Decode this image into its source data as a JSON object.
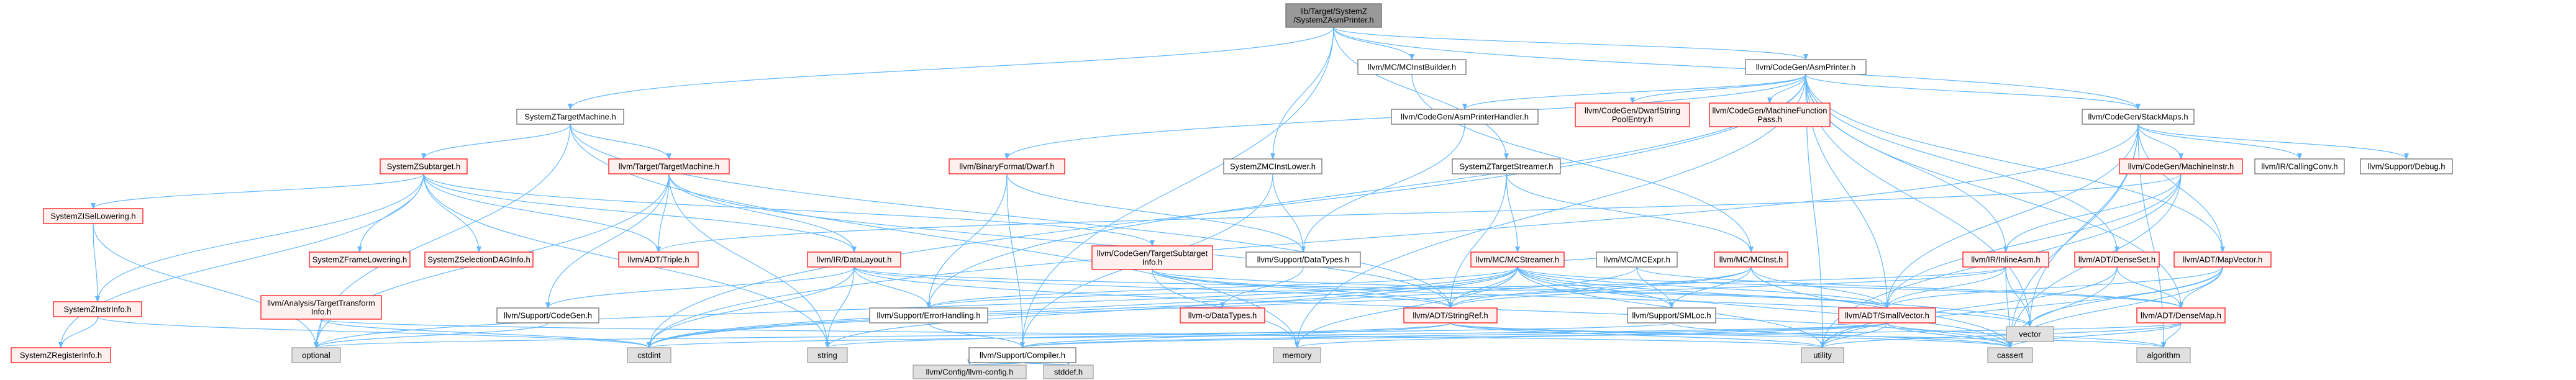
{
  "diagram": {
    "type": "include-dependency-graph",
    "colors": {
      "edge": "#63B8FF",
      "root_fill": "#999999",
      "root_border": "#666666",
      "internal_fill": "#ffffff",
      "internal_border": "#666666",
      "incomplete_fill": "#FFF0F0",
      "incomplete_border": "#FF0000",
      "external_fill": "#E0E0E0",
      "external_border": "#999999"
    },
    "nodes": [
      {
        "id": "root",
        "lines": [
          "lib/Target/SystemZ",
          "/SystemZAsmPrinter.h"
        ],
        "kind": "root"
      },
      {
        "id": "mcinstbuilder",
        "lines": [
          "llvm/MC/MCInstBuilder.h"
        ],
        "kind": "internal"
      },
      {
        "id": "asmprinter",
        "lines": [
          "llvm/CodeGen/AsmPrinter.h"
        ],
        "kind": "internal"
      },
      {
        "id": "sztm",
        "lines": [
          "SystemZTargetMachine.h"
        ],
        "kind": "internal"
      },
      {
        "id": "asmprinterhandler",
        "lines": [
          "llvm/CodeGen/AsmPrinterHandler.h"
        ],
        "kind": "internal"
      },
      {
        "id": "dwarfstringpool",
        "lines": [
          "llvm/CodeGen/DwarfString",
          "PoolEntry.h"
        ],
        "kind": "incomplete"
      },
      {
        "id": "mfpass",
        "lines": [
          "llvm/CodeGen/MachineFunction",
          "Pass.h"
        ],
        "kind": "incomplete"
      },
      {
        "id": "stackmaps",
        "lines": [
          "llvm/CodeGen/StackMaps.h"
        ],
        "kind": "internal"
      },
      {
        "id": "szsubtarget",
        "lines": [
          "SystemZSubtarget.h"
        ],
        "kind": "incomplete"
      },
      {
        "id": "targetmachine",
        "lines": [
          "llvm/Target/TargetMachine.h"
        ],
        "kind": "incomplete"
      },
      {
        "id": "binaryformatdwarf",
        "lines": [
          "llvm/BinaryFormat/Dwarf.h"
        ],
        "kind": "incomplete"
      },
      {
        "id": "szmcinstlower",
        "lines": [
          "SystemZMCInstLower.h"
        ],
        "kind": "internal"
      },
      {
        "id": "sztargetstreamer",
        "lines": [
          "SystemZTargetStreamer.h"
        ],
        "kind": "internal"
      },
      {
        "id": "machineinstr",
        "lines": [
          "llvm/CodeGen/MachineInstr.h"
        ],
        "kind": "incomplete"
      },
      {
        "id": "callingconv",
        "lines": [
          "llvm/IR/CallingConv.h"
        ],
        "kind": "internal"
      },
      {
        "id": "debug",
        "lines": [
          "llvm/Support/Debug.h"
        ],
        "kind": "internal"
      },
      {
        "id": "szisellowering",
        "lines": [
          "SystemZISelLowering.h"
        ],
        "kind": "incomplete"
      },
      {
        "id": "szframelowering",
        "lines": [
          "SystemZFrameLowering.h"
        ],
        "kind": "incomplete"
      },
      {
        "id": "szselectiondaginfo",
        "lines": [
          "SystemZSelectionDAGInfo.h"
        ],
        "kind": "incomplete"
      },
      {
        "id": "triple",
        "lines": [
          "llvm/ADT/Triple.h"
        ],
        "kind": "incomplete"
      },
      {
        "id": "datalayout",
        "lines": [
          "llvm/IR/DataLayout.h"
        ],
        "kind": "incomplete"
      },
      {
        "id": "tstinfo",
        "lines": [
          "llvm/CodeGen/TargetSubtarget",
          "Info.h"
        ],
        "kind": "incomplete"
      },
      {
        "id": "datatypes",
        "lines": [
          "llvm/Support/DataTypes.h"
        ],
        "kind": "internal"
      },
      {
        "id": "mcexpr",
        "lines": [
          "llvm/MC/MCExpr.h"
        ],
        "kind": "internal"
      },
      {
        "id": "mcinst",
        "lines": [
          "llvm/MC/MCInst.h"
        ],
        "kind": "incomplete"
      },
      {
        "id": "inlineasm",
        "lines": [
          "llvm/IR/InlineAsm.h"
        ],
        "kind": "incomplete"
      },
      {
        "id": "denseset",
        "lines": [
          "llvm/ADT/DenseSet.h"
        ],
        "kind": "incomplete"
      },
      {
        "id": "mapvector",
        "lines": [
          "llvm/ADT/MapVector.h"
        ],
        "kind": "incomplete"
      },
      {
        "id": "szinstrinfo",
        "lines": [
          "SystemZInstrInfo.h"
        ],
        "kind": "incomplete"
      },
      {
        "id": "tti",
        "lines": [
          "llvm/Analysis/TargetTransform",
          "Info.h"
        ],
        "kind": "incomplete"
      },
      {
        "id": "codegen",
        "lines": [
          "llvm/Support/CodeGen.h"
        ],
        "kind": "internal"
      },
      {
        "id": "mcstreamer",
        "lines": [
          "llvm/MC/MCStreamer.h"
        ],
        "kind": "incomplete"
      },
      {
        "id": "errorhandling",
        "lines": [
          "llvm/Support/ErrorHandling.h"
        ],
        "kind": "internal"
      },
      {
        "id": "cdatatypes",
        "lines": [
          "llvm-c/DataTypes.h"
        ],
        "kind": "incomplete"
      },
      {
        "id": "stringref",
        "lines": [
          "llvm/ADT/StringRef.h"
        ],
        "kind": "incomplete"
      },
      {
        "id": "smloc",
        "lines": [
          "llvm/Support/SMLoc.h"
        ],
        "kind": "internal"
      },
      {
        "id": "smallvector",
        "lines": [
          "llvm/ADT/SmallVector.h"
        ],
        "kind": "incomplete"
      },
      {
        "id": "densemap",
        "lines": [
          "llvm/ADT/DenseMap.h"
        ],
        "kind": "incomplete"
      },
      {
        "id": "vector",
        "lines": [
          "vector"
        ],
        "kind": "external"
      },
      {
        "id": "szregisterinfo",
        "lines": [
          "SystemZRegisterInfo.h"
        ],
        "kind": "incomplete"
      },
      {
        "id": "optional",
        "lines": [
          "optional"
        ],
        "kind": "external"
      },
      {
        "id": "cstdint",
        "lines": [
          "cstdint"
        ],
        "kind": "external"
      },
      {
        "id": "string",
        "lines": [
          "string"
        ],
        "kind": "external"
      },
      {
        "id": "memory",
        "lines": [
          "memory"
        ],
        "kind": "external"
      },
      {
        "id": "compiler",
        "lines": [
          "llvm/Support/Compiler.h"
        ],
        "kind": "internal"
      },
      {
        "id": "utility",
        "lines": [
          "utility"
        ],
        "kind": "external"
      },
      {
        "id": "cassert",
        "lines": [
          "cassert"
        ],
        "kind": "external"
      },
      {
        "id": "algorithm",
        "lines": [
          "algorithm"
        ],
        "kind": "external"
      },
      {
        "id": "llvmconfig",
        "lines": [
          "llvm/Config/llvm-config.h"
        ],
        "kind": "external"
      },
      {
        "id": "stddef",
        "lines": [
          "stddef.h"
        ],
        "kind": "external"
      }
    ],
    "edges": [
      [
        "root",
        "mcinstbuilder"
      ],
      [
        "root",
        "asmprinter"
      ],
      [
        "root",
        "sztm"
      ],
      [
        "root",
        "szmcinstlower"
      ],
      [
        "root",
        "sztargetstreamer"
      ],
      [
        "root",
        "stackmaps"
      ],
      [
        "root",
        "compiler"
      ],
      [
        "mcinstbuilder",
        "mcinst"
      ],
      [
        "asmprinter",
        "asmprinterhandler"
      ],
      [
        "asmprinter",
        "dwarfstringpool"
      ],
      [
        "asmprinter",
        "mfpass"
      ],
      [
        "asmprinter",
        "stackmaps"
      ],
      [
        "asmprinter",
        "binaryformatdwarf"
      ],
      [
        "asmprinter",
        "inlineasm"
      ],
      [
        "asmprinter",
        "mapvector"
      ],
      [
        "asmprinter",
        "smallvector"
      ],
      [
        "asmprinter",
        "denseset"
      ],
      [
        "asmprinter",
        "densemap"
      ],
      [
        "asmprinter",
        "errorhandling"
      ],
      [
        "asmprinter",
        "cstdint"
      ],
      [
        "asmprinter",
        "memory"
      ],
      [
        "asmprinter",
        "utility"
      ],
      [
        "asmprinter",
        "vector"
      ],
      [
        "sztm",
        "szsubtarget"
      ],
      [
        "sztm",
        "targetmachine"
      ],
      [
        "sztm",
        "stringref"
      ],
      [
        "sztm",
        "optional"
      ],
      [
        "sztm",
        "memory"
      ],
      [
        "asmprinterhandler",
        "datatypes"
      ],
      [
        "stackmaps",
        "machineinstr"
      ],
      [
        "stackmaps",
        "mapvector"
      ],
      [
        "stackmaps",
        "smallvector"
      ],
      [
        "stackmaps",
        "callingconv"
      ],
      [
        "stackmaps",
        "debug"
      ],
      [
        "stackmaps",
        "cassert"
      ],
      [
        "stackmaps",
        "cstdint"
      ],
      [
        "stackmaps",
        "vector"
      ],
      [
        "stackmaps",
        "algorithm"
      ],
      [
        "szsubtarget",
        "szisellowering"
      ],
      [
        "szsubtarget",
        "szframelowering"
      ],
      [
        "szsubtarget",
        "szselectiondaginfo"
      ],
      [
        "szsubtarget",
        "szinstrinfo"
      ],
      [
        "szsubtarget",
        "szregisterinfo"
      ],
      [
        "szsubtarget",
        "triple"
      ],
      [
        "szsubtarget",
        "datalayout"
      ],
      [
        "szsubtarget",
        "tstinfo"
      ],
      [
        "szsubtarget",
        "string"
      ],
      [
        "targetmachine",
        "triple"
      ],
      [
        "targetmachine",
        "datalayout"
      ],
      [
        "targetmachine",
        "codegen"
      ],
      [
        "targetmachine",
        "stringref"
      ],
      [
        "targetmachine",
        "optional"
      ],
      [
        "targetmachine",
        "string"
      ],
      [
        "binaryformatdwarf",
        "datatypes"
      ],
      [
        "binaryformatdwarf",
        "errorhandling"
      ],
      [
        "binaryformatdwarf",
        "compiler"
      ],
      [
        "szmcinstlower",
        "datatypes"
      ],
      [
        "szmcinstlower",
        "compiler"
      ],
      [
        "sztargetstreamer",
        "mcstreamer"
      ],
      [
        "sztargetstreamer",
        "mcinst"
      ],
      [
        "sztargetstreamer",
        "stringref"
      ],
      [
        "machineinstr",
        "densemapinfo"
      ],
      [
        "machineinstr",
        "inlineasm"
      ],
      [
        "machineinstr",
        "smallvector"
      ],
      [
        "machineinstr",
        "cassert"
      ],
      [
        "machineinstr",
        "utility"
      ],
      [
        "machineinstr",
        "triple"
      ],
      [
        "szisellowering",
        "szinstrinfo"
      ],
      [
        "szisellowering",
        "optional"
      ],
      [
        "szinstrinfo",
        "szregisterinfo"
      ],
      [
        "szinstrinfo",
        "cstdint"
      ],
      [
        "datalayout",
        "stringref"
      ],
      [
        "datalayout",
        "smallvector"
      ],
      [
        "datalayout",
        "errorhandling"
      ],
      [
        "datalayout",
        "codegen"
      ],
      [
        "datalayout",
        "cstdint"
      ],
      [
        "datalayout",
        "string"
      ],
      [
        "datalayout",
        "cassert"
      ],
      [
        "tstinfo",
        "stringref"
      ],
      [
        "tstinfo",
        "smallvector"
      ],
      [
        "tstinfo",
        "memory"
      ],
      [
        "tstinfo",
        "vector"
      ],
      [
        "datatypes",
        "cdatatypes"
      ],
      [
        "mcexpr",
        "smloc"
      ],
      [
        "mcexpr",
        "densemap"
      ],
      [
        "mcexpr",
        "cstdint"
      ],
      [
        "mcinst",
        "stringref"
      ],
      [
        "mcinst",
        "smallvector"
      ],
      [
        "mcinst",
        "smloc"
      ],
      [
        "mcinst",
        "cstdint"
      ],
      [
        "mcinst",
        "cassert"
      ],
      [
        "inlineasm",
        "stringref"
      ],
      [
        "inlineasm",
        "smallvector"
      ],
      [
        "inlineasm",
        "errorhandling"
      ],
      [
        "inlineasm",
        "cassert"
      ],
      [
        "inlineasm",
        "vector"
      ],
      [
        "denseset",
        "densemap"
      ],
      [
        "denseset",
        "cassert"
      ],
      [
        "denseset",
        "utility"
      ],
      [
        "mapvector",
        "densemap"
      ],
      [
        "mapvector",
        "smallvector"
      ],
      [
        "mapvector",
        "cassert"
      ],
      [
        "mapvector",
        "utility"
      ],
      [
        "mapvector",
        "vector"
      ],
      [
        "tti",
        "cstdint"
      ],
      [
        "tti",
        "optional"
      ],
      [
        "tti",
        "utility"
      ],
      [
        "codegen",
        "optional"
      ],
      [
        "mcstreamer",
        "mcexpr"
      ],
      [
        "mcstreamer",
        "stringref"
      ],
      [
        "mcstreamer",
        "smallvector"
      ],
      [
        "mcstreamer",
        "densemap"
      ],
      [
        "mcstreamer",
        "smloc"
      ],
      [
        "mcstreamer",
        "errorhandling"
      ],
      [
        "mcstreamer",
        "cassert"
      ],
      [
        "mcstreamer",
        "cstdint"
      ],
      [
        "mcstreamer",
        "memory"
      ],
      [
        "mcstreamer",
        "optional"
      ],
      [
        "mcstreamer",
        "string"
      ],
      [
        "mcstreamer",
        "utility"
      ],
      [
        "mcstreamer",
        "vector"
      ],
      [
        "errorhandling",
        "compiler"
      ],
      [
        "stringref",
        "compiler"
      ],
      [
        "stringref",
        "algorithm"
      ],
      [
        "stringref",
        "cassert"
      ],
      [
        "stringref",
        "string"
      ],
      [
        "stringref",
        "utility"
      ],
      [
        "smloc",
        "cassert"
      ],
      [
        "smloc",
        "optional"
      ],
      [
        "smallvector",
        "compiler"
      ],
      [
        "smallvector",
        "algorithm"
      ],
      [
        "smallvector",
        "cassert"
      ],
      [
        "smallvector",
        "cstdint"
      ],
      [
        "smallvector",
        "memory"
      ],
      [
        "smallvector",
        "utility"
      ],
      [
        "densemap",
        "compiler"
      ],
      [
        "densemap",
        "algorithm"
      ],
      [
        "densemap",
        "cassert"
      ],
      [
        "densemap",
        "utility"
      ],
      [
        "compiler",
        "llvmconfig"
      ],
      [
        "compiler",
        "stddef"
      ]
    ]
  }
}
